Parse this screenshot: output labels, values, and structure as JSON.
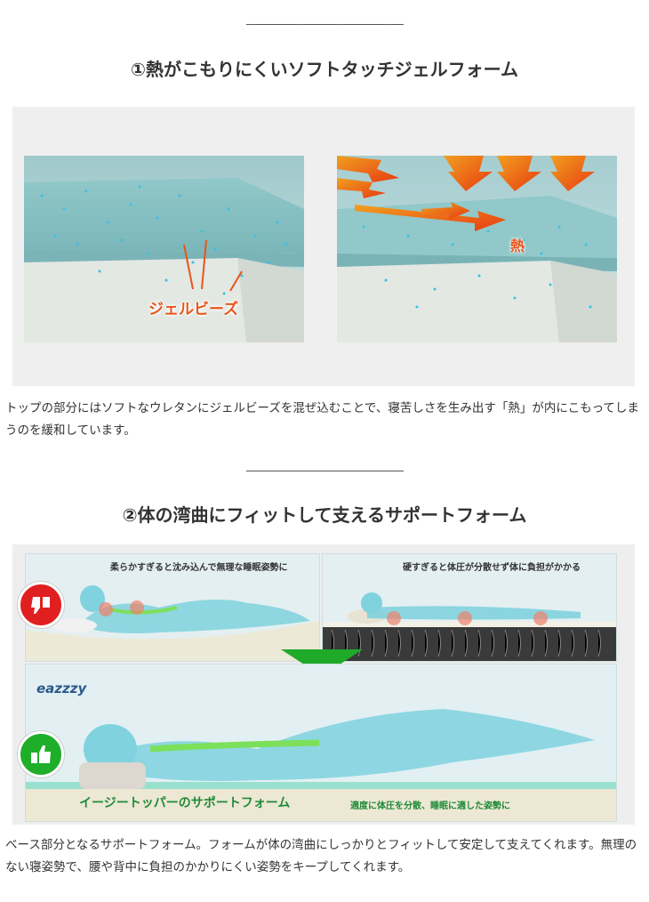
{
  "section1": {
    "divider": "――――――――――――――――",
    "title": "①熱がこもりにくいソフトタッチジェルフォーム",
    "gel_label": "ジェルビーズ",
    "heat_label": "熱",
    "text": "トップの部分にはソフトなウレタンにジェルビーズを混ぜ込むことで、寝苦しさを生み出す「熱」が内にこもってしまうのを緩和しています。"
  },
  "section2": {
    "divider": "――――――――――――――――",
    "title": "②体の湾曲にフィットして支えるサポートフォーム",
    "caption_soft": "柔らかすぎると沈み込んで無理な睡眠姿勢に",
    "caption_hard": "硬すぎると体圧が分散せず体に負担がかかる",
    "brand": "eazzzy",
    "support_label": "イージートッパーのサポートフォーム",
    "support_sub": "適度に体圧を分散、睡眠に適した姿勢に",
    "text": "ベース部分となるサポートフォーム。フォームが体の湾曲にしっかりとフィットして安定して支えてくれます。無理のない寝姿勢で、腰や背中に負担のかかりにくい姿勢をキープしてくれます。"
  },
  "colors": {
    "orange": "#e8551b",
    "green": "#1f8a3a",
    "red": "#e02020"
  }
}
